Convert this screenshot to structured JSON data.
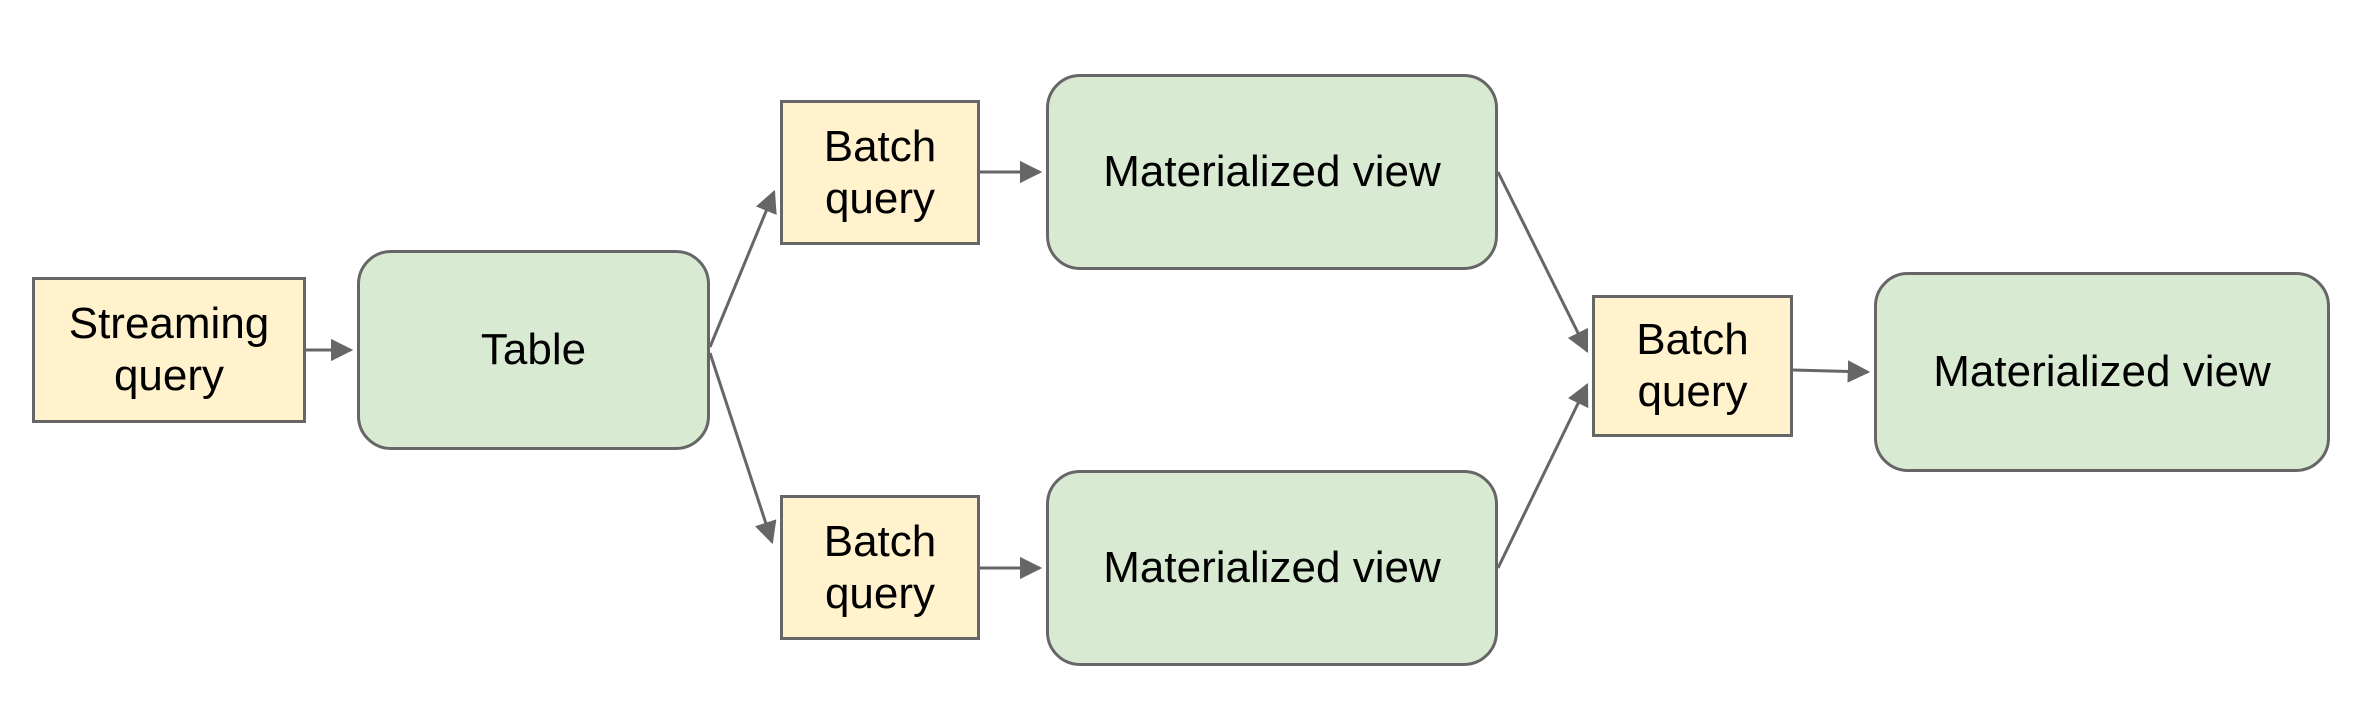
{
  "diagram": {
    "background_color": "#ffffff",
    "colors": {
      "query_box_fill": "#fff2cc",
      "store_box_fill": "#d9ead3",
      "border": "#666666",
      "arrow": "#666666",
      "text": "#000000"
    },
    "nodes": [
      {
        "id": "streaming-query",
        "label": "Streaming query",
        "kind": "query"
      },
      {
        "id": "table",
        "label": "Table",
        "kind": "store"
      },
      {
        "id": "batch-query-top",
        "label": "Batch query",
        "kind": "query"
      },
      {
        "id": "materialized-view-top",
        "label": "Materialized view",
        "kind": "store"
      },
      {
        "id": "batch-query-bottom",
        "label": "Batch query",
        "kind": "query"
      },
      {
        "id": "materialized-view-bottom",
        "label": "Materialized view",
        "kind": "store"
      },
      {
        "id": "batch-query-merge",
        "label": "Batch query",
        "kind": "query"
      },
      {
        "id": "materialized-view-final",
        "label": "Materialized view",
        "kind": "store"
      }
    ],
    "edges": [
      {
        "from": "streaming-query",
        "to": "table"
      },
      {
        "from": "table",
        "to": "batch-query-top"
      },
      {
        "from": "table",
        "to": "batch-query-bottom"
      },
      {
        "from": "batch-query-top",
        "to": "materialized-view-top"
      },
      {
        "from": "batch-query-bottom",
        "to": "materialized-view-bottom"
      },
      {
        "from": "materialized-view-top",
        "to": "batch-query-merge"
      },
      {
        "from": "materialized-view-bottom",
        "to": "batch-query-merge"
      },
      {
        "from": "batch-query-merge",
        "to": "materialized-view-final"
      }
    ]
  }
}
